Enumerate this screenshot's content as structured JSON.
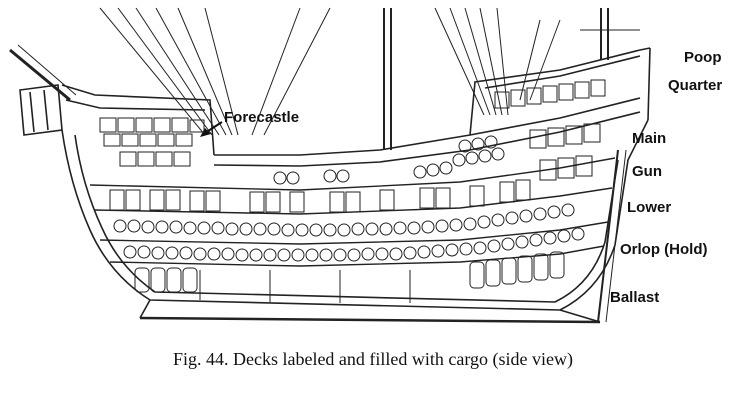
{
  "labels": {
    "forecastle": "Forecastle",
    "poop": "Poop",
    "quarter": "Quarter",
    "main": "Main",
    "gun": "Gun",
    "lower": "Lower",
    "orlop": "Orlop (Hold)",
    "ballast": "Ballast"
  },
  "caption": "Fig. 44. Decks labeled and filled with cargo (side view)"
}
